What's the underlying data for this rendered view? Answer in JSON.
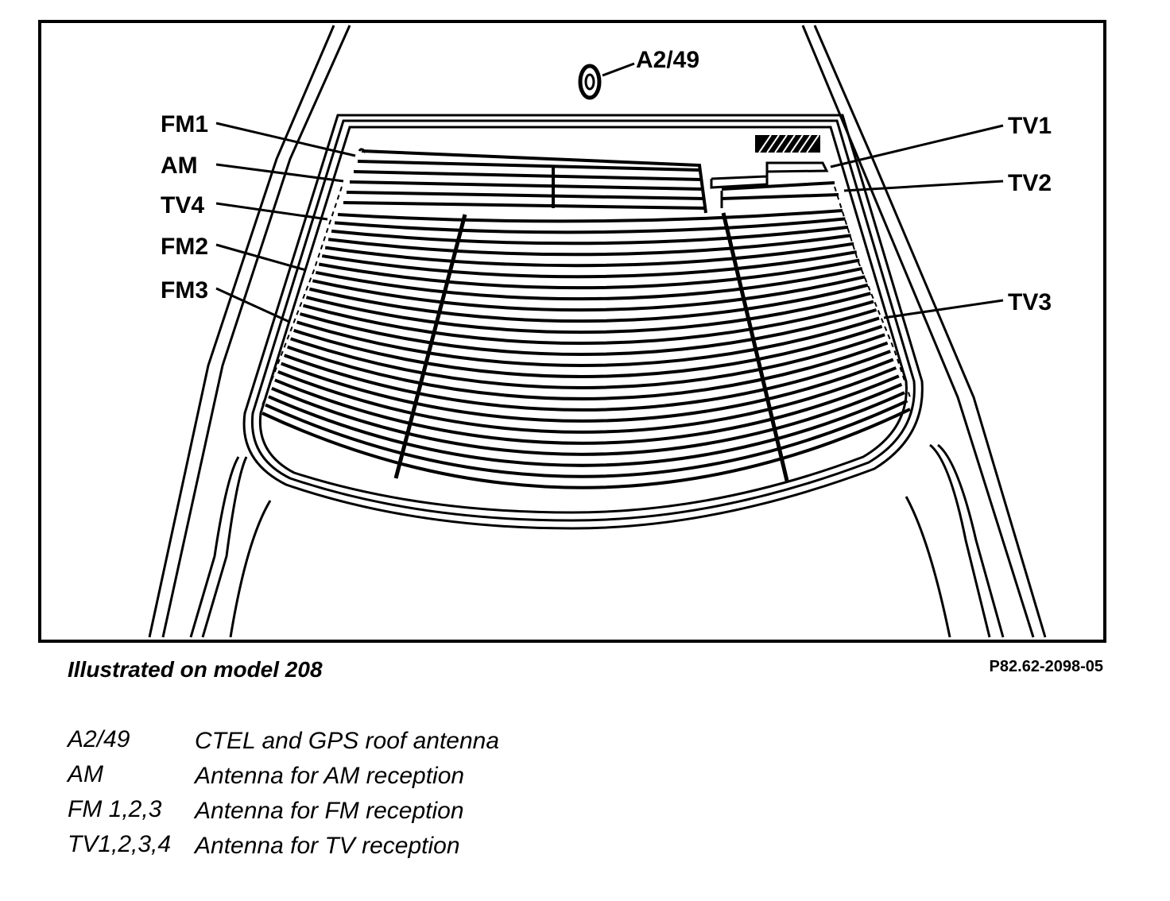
{
  "callouts": {
    "a2_49": "A2/49",
    "fm1": "FM1",
    "am": "AM",
    "tv4": "TV4",
    "fm2": "FM2",
    "fm3": "FM3",
    "tv1": "TV1",
    "tv2": "TV2",
    "tv3": "TV3"
  },
  "caption": "Illustrated on model 208",
  "figure_code": "P82.62-2098-05",
  "legend": [
    {
      "code": "A2/49",
      "description": "CTEL and GPS roof antenna"
    },
    {
      "code": "AM",
      "description": "Antenna for AM reception"
    },
    {
      "code": "FM 1,2,3",
      "description": "Antenna for FM reception"
    },
    {
      "code": "TV1,2,3,4",
      "description": "Antenna for TV reception"
    }
  ]
}
